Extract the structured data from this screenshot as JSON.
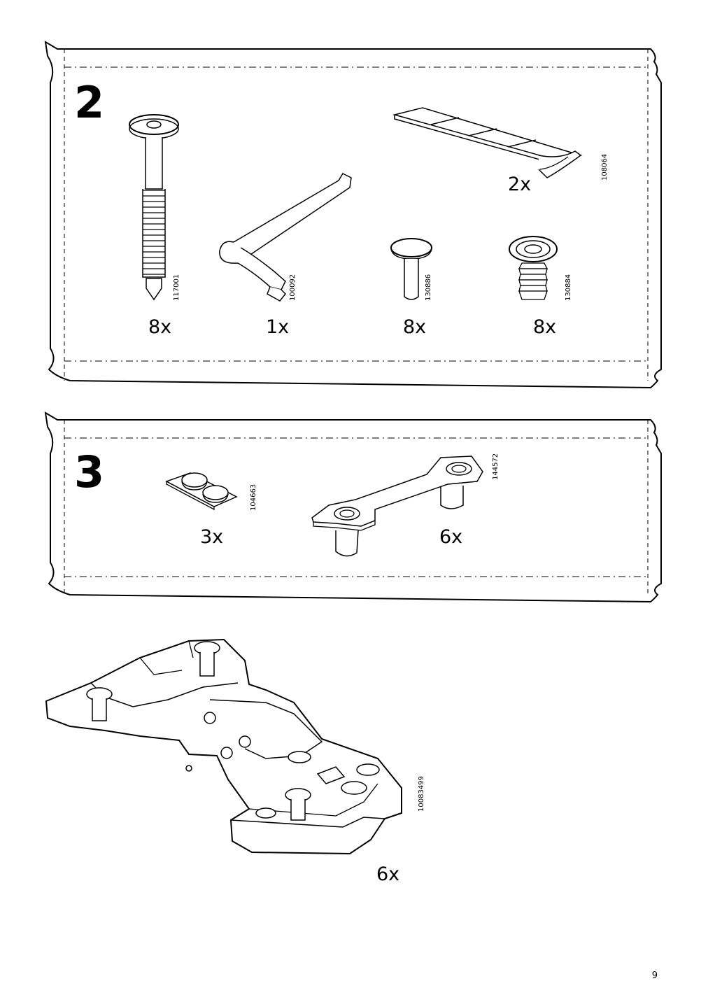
{
  "page": {
    "number": "9"
  },
  "step2": {
    "number": "2",
    "parts": [
      {
        "name": "bolt",
        "code": "117001",
        "qty": "8x"
      },
      {
        "name": "allen-key",
        "code": "100092",
        "qty": "1x"
      },
      {
        "name": "peg",
        "code": "130886",
        "qty": "8x"
      },
      {
        "name": "cam-bushing",
        "code": "130884",
        "qty": "8x"
      },
      {
        "name": "adhesive-strip",
        "code": "108064",
        "qty": "2x"
      }
    ]
  },
  "step3": {
    "number": "3",
    "parts": [
      {
        "name": "bumper-pads",
        "code": "104663",
        "qty": "3x"
      },
      {
        "name": "mounting-plate",
        "code": "144572",
        "qty": "6x"
      }
    ]
  },
  "hinge": {
    "code": "10083499",
    "qty": "6x"
  }
}
